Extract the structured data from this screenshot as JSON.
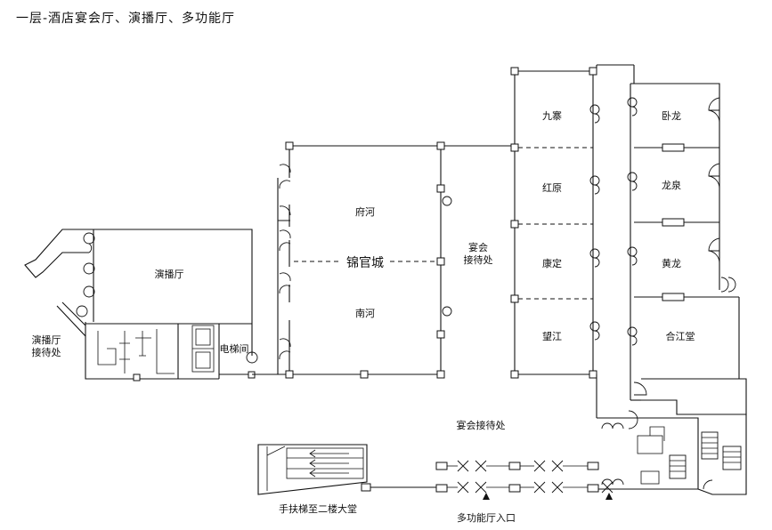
{
  "title": "一层-酒店宴会厅、演播厅、多功能厅",
  "rooms": {
    "yanboting": "演播厅",
    "yanboting_reception_1": "演播厅",
    "yanboting_reception_2": "接待处",
    "elevator": "电梯间",
    "fuhe": "府河",
    "jinguancheng": "锦官城",
    "nanhe": "南河",
    "banquet_reception_1": "宴会",
    "banquet_reception_2": "接待处",
    "jiuzhai": "九寨",
    "hongyuan": "红原",
    "kangding": "康定",
    "wangjiang": "望江",
    "wolong": "卧龙",
    "longquan": "龙泉",
    "huanglong": "黄龙",
    "hejiangtang": "合江堂",
    "banquet_reception_lower": "宴会接待处",
    "escalator": "手扶梯至二楼大堂",
    "multi_entrance": "多功能厅入口"
  }
}
